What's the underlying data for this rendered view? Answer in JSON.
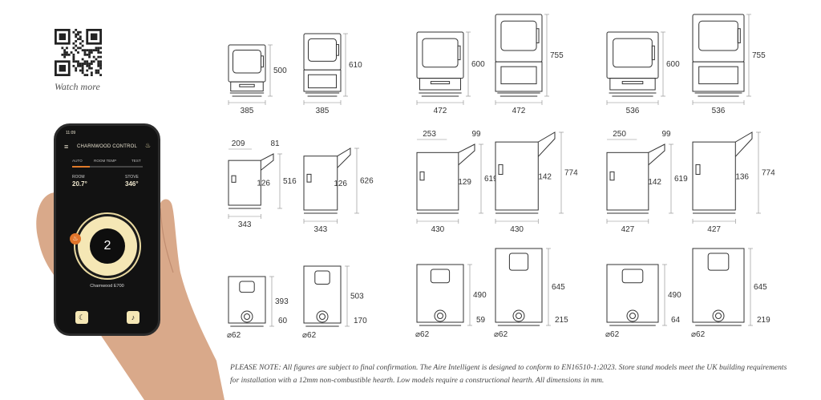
{
  "qr": {
    "caption": "Watch more",
    "icon": "qr-code-icon"
  },
  "note": "PLEASE NOTE: All figures are subject to final confirmation. The Aire Intelligent is designed to conform to EN16510-1:2023. Store stand models meet the UK building requirements for installation with a 12mm non-combustible hearth. Low models require a constructional hearth. All dimensions in mm.",
  "phone": {
    "time": "11:09",
    "title": "CHARNWOOD CONTROL",
    "modes": [
      "AUTO",
      "ROOM TEMP",
      "TEST"
    ],
    "room_label": "ROOM",
    "room_value": "20.7°",
    "stove_label": "STOVE",
    "stove_value": "346°",
    "dial_value": "2",
    "model": "Charnwood E700",
    "accent": "#e07a2a",
    "dial_color": "#f5e7b5"
  },
  "models": [
    {
      "front_low": {
        "width": "385",
        "height": "500"
      },
      "front_tall": {
        "width": "385",
        "height": "610"
      },
      "side_low": {
        "depth": "343",
        "top_a": "209",
        "top_b": "81",
        "h1": "516",
        "h2": "126"
      },
      "side_tall": {
        "depth": "343",
        "h1": "626",
        "h2": "126"
      },
      "rear_low": {
        "dia": "62",
        "h1": "393",
        "h2": "60"
      },
      "rear_tall": {
        "dia": "62",
        "h1": "503",
        "h2": "170"
      }
    },
    {
      "front_low": {
        "width": "472",
        "height": "600"
      },
      "front_tall": {
        "width": "472",
        "height": "755"
      },
      "side_low": {
        "depth": "430",
        "top_a": "253",
        "top_b": "99",
        "h1": "619",
        "h2": "129"
      },
      "side_tall": {
        "depth": "430",
        "h1": "774",
        "h2": "142"
      },
      "rear_low": {
        "dia": "62",
        "h1": "490",
        "h2": "59"
      },
      "rear_tall": {
        "dia": "62",
        "h1": "645",
        "h2": "215"
      }
    },
    {
      "front_low": {
        "width": "536",
        "height": "600"
      },
      "front_tall": {
        "width": "536",
        "height": "755"
      },
      "side_low": {
        "depth": "427",
        "top_a": "250",
        "top_b": "99",
        "h1": "619",
        "h2": "142"
      },
      "side_tall": {
        "depth": "427",
        "h1": "774",
        "h2": "136"
      },
      "rear_low": {
        "dia": "62",
        "h1": "490",
        "h2": "64"
      },
      "rear_tall": {
        "dia": "62",
        "h1": "645",
        "h2": "219"
      }
    }
  ]
}
